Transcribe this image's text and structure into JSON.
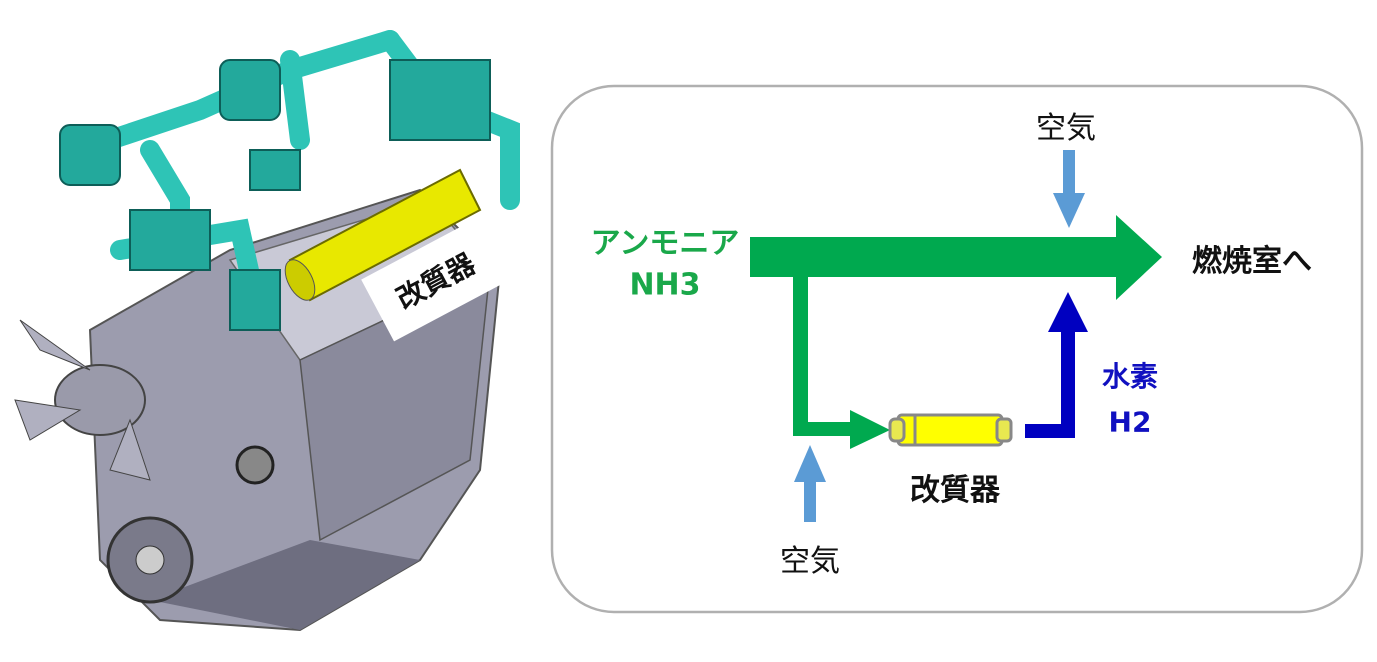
{
  "engine_label": "改質器",
  "diagram": {
    "ammonia_label": "アンモニア",
    "ammonia_formula": "NH3",
    "air_top": "空気",
    "air_bottom": "空気",
    "combustion_label": "燃焼室へ",
    "hydrogen_label": "水素",
    "hydrogen_formula": "H2",
    "reformer_label": "改質器"
  },
  "colors": {
    "ammonia_flow": "#00a94f",
    "hydrogen_flow": "#0000c0",
    "air_flow": "#5b9bd5",
    "reformer": "#f5f500",
    "engine_body": "#a8a8b8",
    "engine_piping": "#2ec4b6"
  }
}
